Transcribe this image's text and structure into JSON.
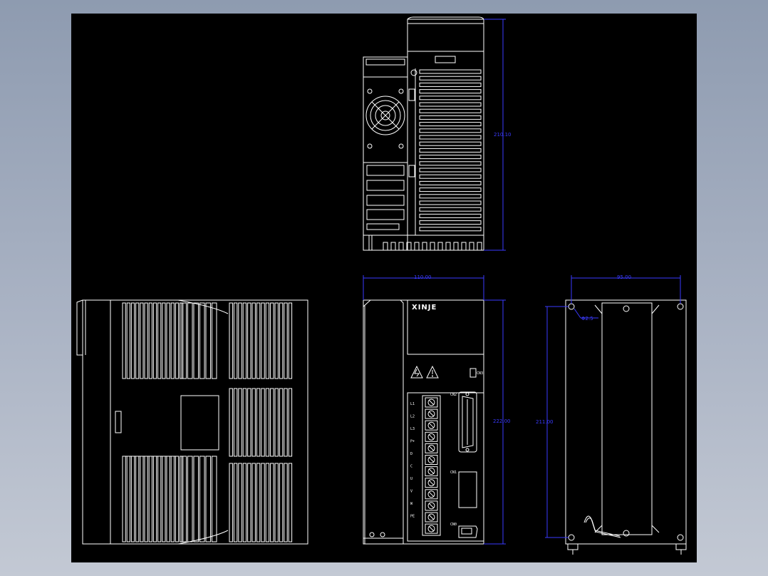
{
  "drawing": {
    "brand_label": "XINJE",
    "dimensions": {
      "top_view_height": "210.10",
      "front_width": "110.00",
      "front_height": "222.00",
      "mount_width": "95.00",
      "mount_height": "211.00",
      "hole_diameter": "Φ2.5"
    },
    "terminal_labels": [
      "L1",
      "L2",
      "L3",
      "P+",
      "D",
      "C",
      "U",
      "V",
      "W",
      "PE"
    ],
    "colors": {
      "canvas": "#000000",
      "lines": "#ffffff",
      "dimensions": "#3a3aff",
      "frame_bg": "#aab3c4"
    }
  }
}
